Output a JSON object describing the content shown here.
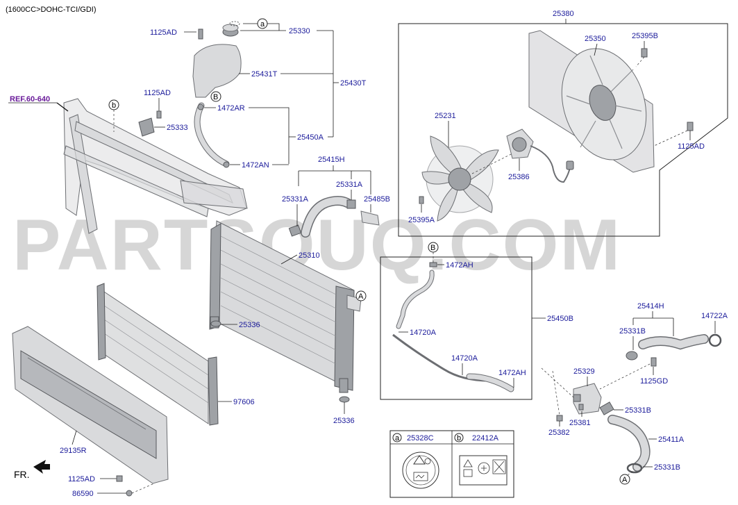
{
  "header": {
    "engine": "(1600CC>DOHC-TCI/GDI)"
  },
  "watermark": "PARTSOUQ.COM",
  "reference": "REF.60-640",
  "direction": "FR.",
  "callouts": {
    "a": "a",
    "b": "b",
    "A": "A",
    "B": "B"
  },
  "legend": {
    "a_code": "25328C",
    "b_code": "22412A"
  },
  "labels": {
    "p25330": "25330",
    "p1125AD_top": "1125AD",
    "p25431T": "25431T",
    "p25430T": "25430T",
    "p1472AR": "1472AR",
    "p25450A": "25450A",
    "p1472AN": "1472AN",
    "p1125AD_mid": "1125AD",
    "p25333": "25333",
    "p25415H": "25415H",
    "p25331A_1": "25331A",
    "p25331A_2": "25331A",
    "p25485B": "25485B",
    "p25310": "25310",
    "p25336_1": "25336",
    "p25336_2": "25336",
    "p97606": "97606",
    "p29135R": "29135R",
    "p1125AD_bot": "1125AD",
    "p86590": "86590",
    "p25380": "25380",
    "p25350": "25350",
    "p25395B": "25395B",
    "p25231": "25231",
    "p25386": "25386",
    "p25395A": "25395A",
    "p1125AD_right": "1125AD",
    "p1472AH_1": "1472AH",
    "p14720A_1": "14720A",
    "p14720A_2": "14720A",
    "p1472AH_2": "1472AH",
    "p25450B": "25450B",
    "p25414H": "25414H",
    "p14722A": "14722A",
    "p25331B_1": "25331B",
    "p1125GD": "1125GD",
    "p25329": "25329",
    "p25331B_2": "25331B",
    "p25381": "25381",
    "p25382": "25382",
    "p25411A": "25411A",
    "p25331B_3": "25331B"
  },
  "colors": {
    "label": "#1a1a9a",
    "reference": "#6a1b9a",
    "part": "#d9dadc",
    "part_dark": "#9fa2a6"
  },
  "icons": [
    "filler-cap-caution-icon",
    "coolant-caution-label-icon",
    "front-direction-arrow-icon"
  ]
}
